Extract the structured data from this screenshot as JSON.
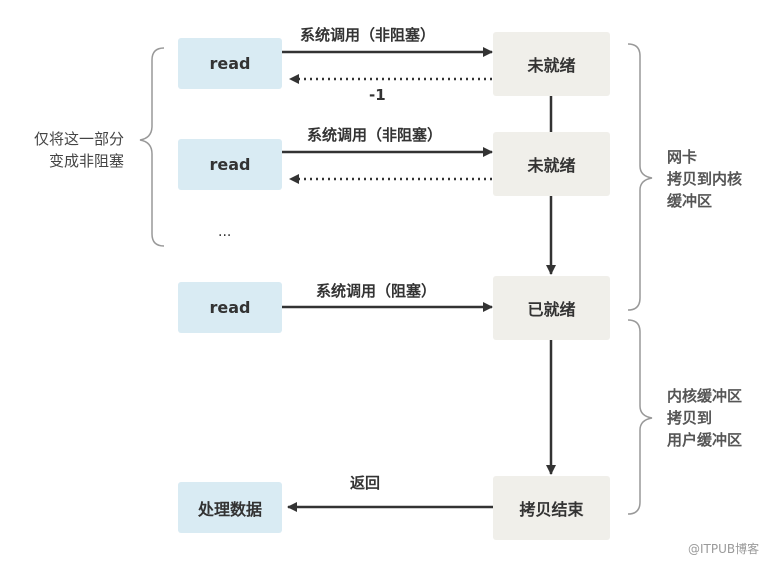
{
  "nodes": {
    "read1": "read",
    "read2": "read",
    "read3": "read",
    "not_ready1": "未就绪",
    "not_ready2": "未就绪",
    "ready": "已就绪",
    "copy_end": "拷贝结束",
    "process": "处理数据"
  },
  "labels": {
    "syscall_nonblock1": "系统调用（非阻塞）",
    "syscall_nonblock2": "系统调用（非阻塞）",
    "syscall_block": "系统调用（阻塞）",
    "return_minus_one": "-1",
    "ellipsis": "...",
    "return": "返回"
  },
  "annotations": {
    "left": [
      "仅将这一部分",
      "变成非阻塞"
    ],
    "right_top": [
      "网卡",
      "拷贝到内核",
      "缓冲区"
    ],
    "right_bottom": [
      "内核缓冲区",
      "拷贝到",
      "用户缓冲区"
    ]
  },
  "watermark": "@ITPUB博客",
  "colors": {
    "read_box": "#d9ebf3",
    "state_box": "#f0efea",
    "line": "#333333",
    "brace": "#999999"
  }
}
